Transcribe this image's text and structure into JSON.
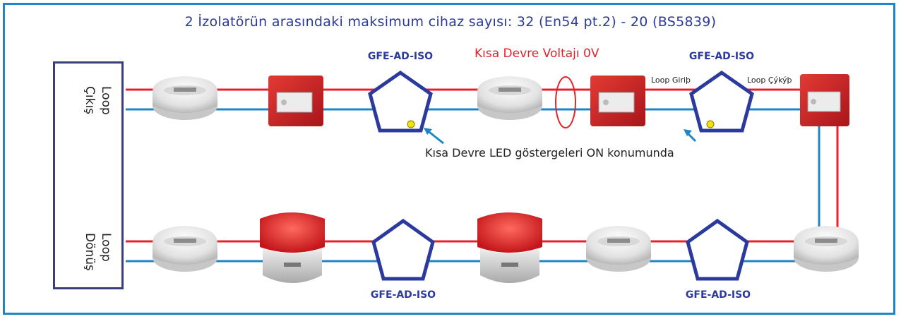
{
  "title": "2 İzolatörün arasındaki maksimum cihaz sayısı: 32 (En54 pt.2) - 20 (BS5839)",
  "loop_box": {
    "top_label_line1": "Loop",
    "top_label_line2": "Çıkış",
    "bottom_label_line1": "Loop",
    "bottom_label_line2": "Dönüş"
  },
  "isolators": {
    "top_left_label": "GFE-AD-ISO",
    "top_right_label": "GFE-AD-ISO",
    "bottom_left_label": "GFE-AD-ISO",
    "bottom_right_label": "GFE-AD-ISO"
  },
  "short_circuit_label": "Kısa Devre Voltajı 0V",
  "loop_in_label": "Loop Giriþ",
  "loop_out_label": "Loop Çýkýþ",
  "led_note": "Kısa Devre LED göstergeleri ON konumunda",
  "colors": {
    "frame": "#1f86c6",
    "wire_red": "#e3232b",
    "wire_blue": "#1f86c6",
    "isolator_stroke": "#2b3a9c",
    "led": "#f2e30a",
    "callpoint": "#d4262a"
  }
}
